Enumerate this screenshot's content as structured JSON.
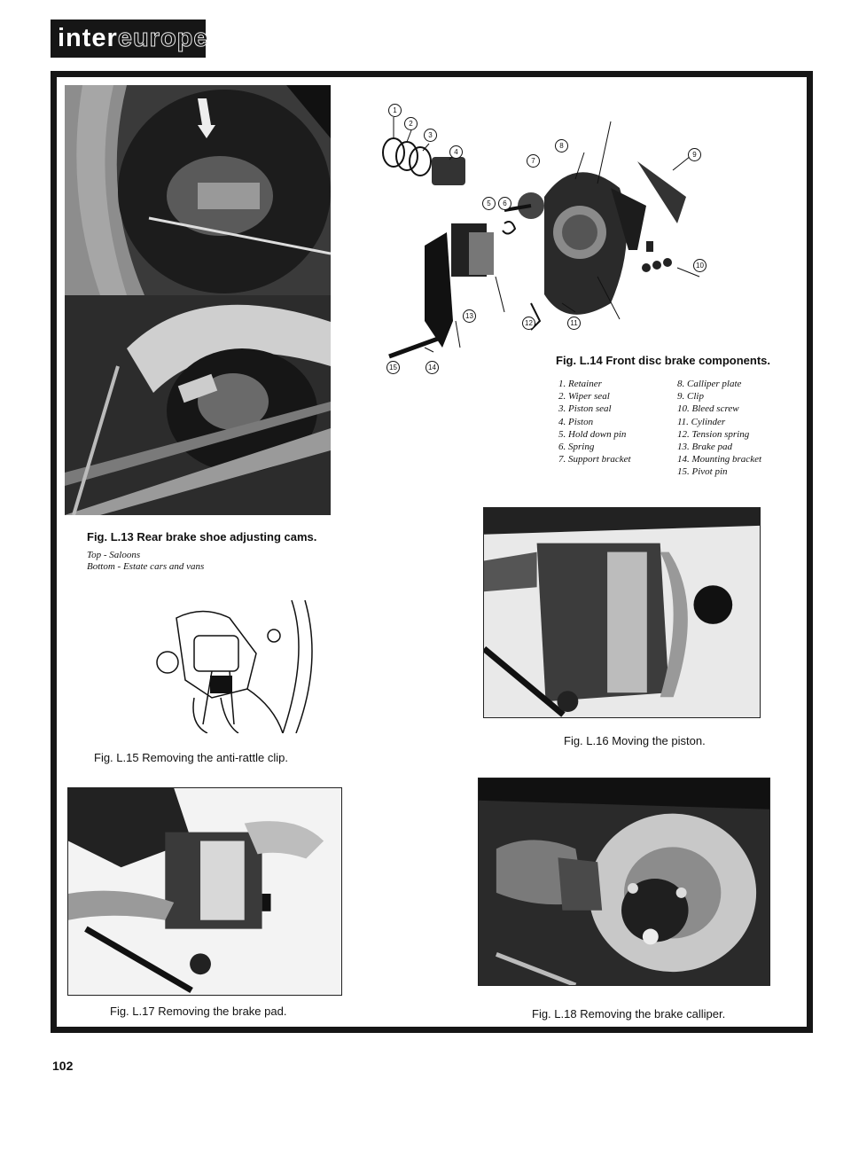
{
  "header": {
    "logo_solid": "inter",
    "logo_outline": "europe"
  },
  "figures": {
    "fig13": {
      "caption": "Fig. L.13 Rear brake shoe adjusting cams.",
      "sub_top": "Top - Saloons",
      "sub_bottom": "Bottom - Estate cars and vans"
    },
    "fig14": {
      "caption": "Fig. L.14 Front disc brake components.",
      "legend_left": [
        "1. Retainer",
        "2. Wiper seal",
        "3. Piston seal",
        "4. Piston",
        "5. Hold down pin",
        "6. Spring",
        "7. Support bracket"
      ],
      "legend_right": [
        "8. Calliper plate",
        "9. Clip",
        "10. Bleed screw",
        "11. Cylinder",
        "12. Tension spring",
        "13. Brake pad",
        "14. Mounting bracket",
        "15. Pivot pin"
      ],
      "callouts": [
        "1",
        "2",
        "3",
        "4",
        "5",
        "6",
        "7",
        "8",
        "9",
        "10",
        "11",
        "12",
        "13",
        "14",
        "15"
      ]
    },
    "fig15": {
      "caption": "Fig. L.15 Removing the anti-rattle clip."
    },
    "fig16": {
      "caption": "Fig. L.16 Moving the piston."
    },
    "fig17": {
      "caption": "Fig. L.17 Removing the brake pad."
    },
    "fig18": {
      "caption": "Fig. L.18 Removing the brake calliper."
    }
  },
  "footer": {
    "page_number": "102"
  },
  "colors": {
    "ink": "#161616",
    "paper": "#ffffff"
  }
}
